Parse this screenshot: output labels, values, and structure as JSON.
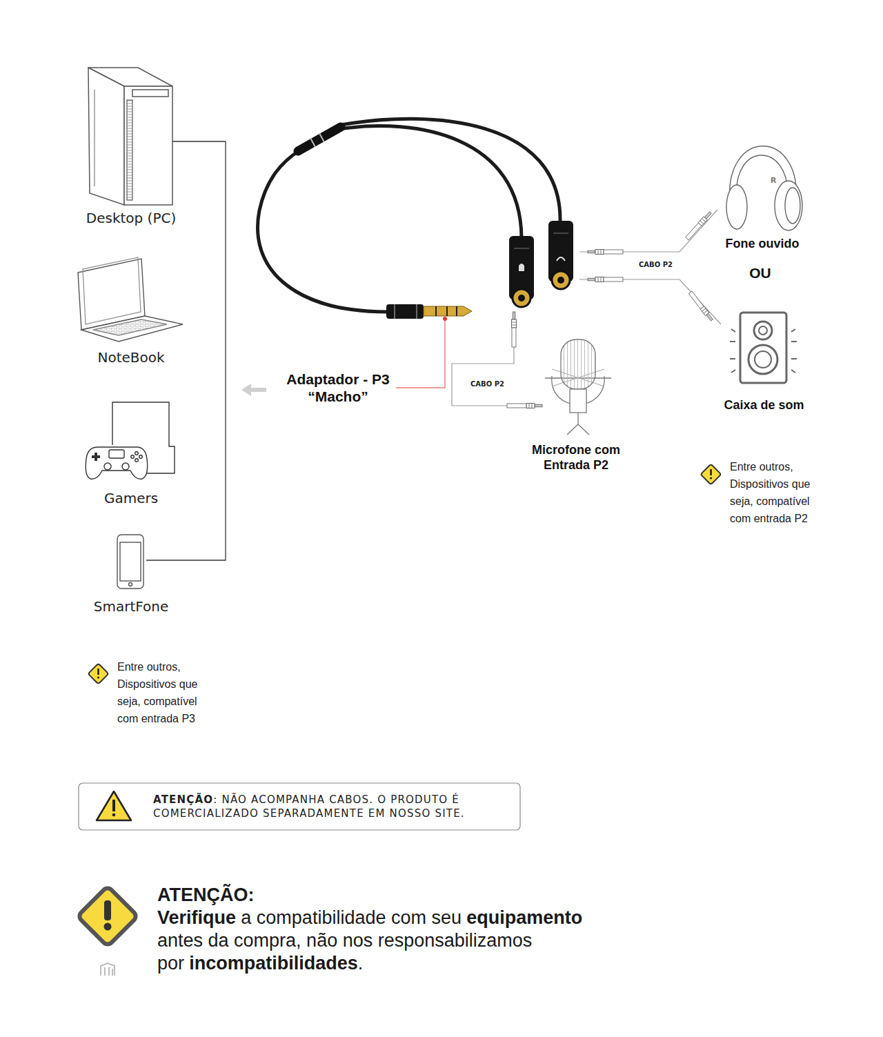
{
  "diagram": {
    "nodes": [
      {
        "text": [
          "Desktop (PC)"
        ]
      },
      {
        "text": [
          "NoteBook"
        ]
      },
      {
        "text": [
          "Gamers"
        ]
      },
      {
        "text": [
          "SmartFone"
        ]
      },
      {
        "text": [
          "Adaptador - P3 “Macho”"
        ]
      },
      {
        "text": [
          "Fone ouvido"
        ]
      },
      {
        "text": [
          "Caixa de som"
        ]
      },
      {
        "text": [
          "Microfone com Entrada P2"
        ]
      },
      {
        "text": [
          "ATENÇÃO",
          ": NÃO ACOMPANHA CABOS. O PRODUTO É COMERCIALIZADO SEPARADAMENTE EM NOSSO SITE."
        ]
      }
    ],
    "edges": [
      {
        "from": 7,
        "to": 4,
        "arrow": "none",
        "label": "CABO P2"
      },
      {
        "from": 5,
        "to": 4,
        "arrow": "none",
        "label": "CABO P2"
      },
      {
        "from": 6,
        "to": 4,
        "arrow": "none"
      }
    ],
    "labels": [
      "OU",
      "R",
      "Entre outros, Dispositivos que seja, compatível com entrada P2",
      "Entre outros, Dispositivos que seja, compatível com entrada P3",
      "ATENÇÃO:",
      "Verifique",
      "a compatibilidade com seu",
      "equipamento",
      "antes da compra, não nos responsabilizamos",
      "por",
      "incompatibilidades",
      "."
    ]
  }
}
